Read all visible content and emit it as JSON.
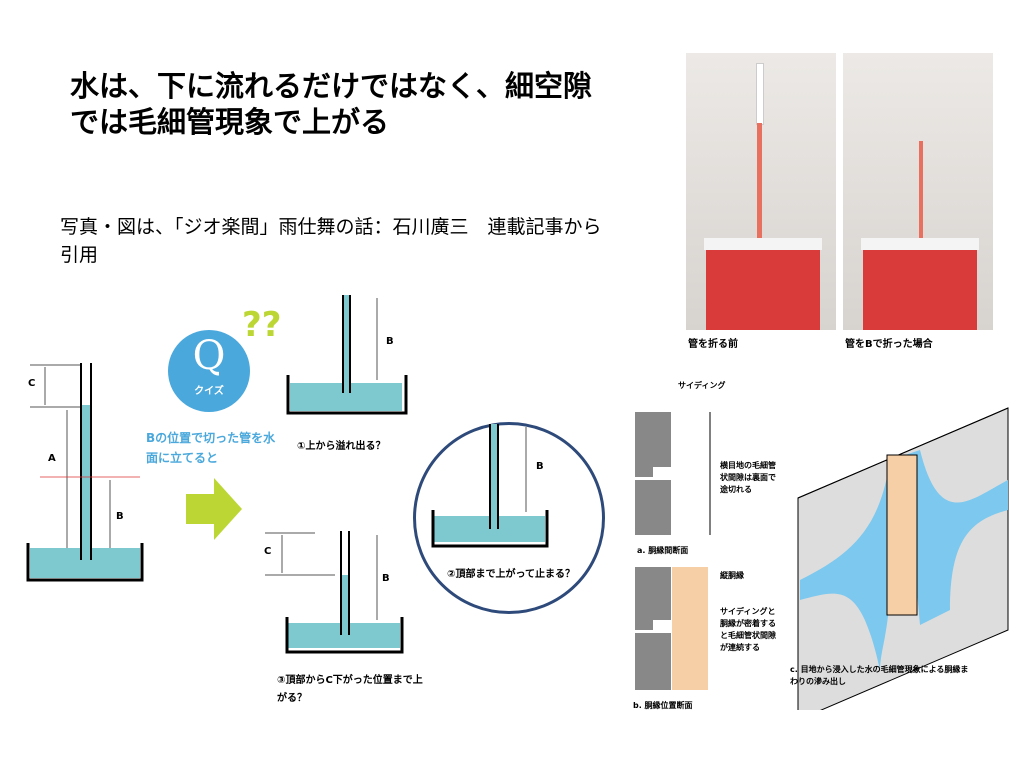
{
  "slide": {
    "title": "水は、下に流れるだけではなく、細空隙では毛細管現象で上がる",
    "subtitle": "写真・図は、「ジオ楽間」雨仕舞の話：石川廣三　連載記事から引用"
  },
  "photos": {
    "before_caption": "管を折る前",
    "after_caption": "管をBで折った場合"
  },
  "quiz": {
    "badge_letter": "Q",
    "badge_label": "クイズ",
    "question_marks": "??",
    "prompt": "Bの位置で切った管を水面に立てると",
    "dimension_labels": {
      "a": "A",
      "b": "B",
      "c": "C"
    },
    "option1": "①上から溢れ出る？",
    "option2": "②頂部まで上がって止まる？",
    "option3": "③頂部からC下がった位置まで上がる？"
  },
  "siding": {
    "siding_label": "サイディング",
    "note_a": "横目地の毛細管状間隙は裏面で途切れる",
    "caption_a": "a. 胴縁間断面",
    "furring_label": "縦胴縁",
    "note_b": "サイディングと胴縁が密着すると毛細管状間隙が連続する",
    "caption_b": "b. 胴縁位置断面",
    "caption_c": "c. 目地から浸入した水の毛細管現象による胴縁まわりの滲み出し"
  },
  "colors": {
    "water": "#7ec8d0",
    "quiz_blue": "#4aa8dc",
    "arrow_green": "#bcd633",
    "furring": "#f7cfa6",
    "circle": "#2e4a7a",
    "liquid": "#d93a3a"
  }
}
